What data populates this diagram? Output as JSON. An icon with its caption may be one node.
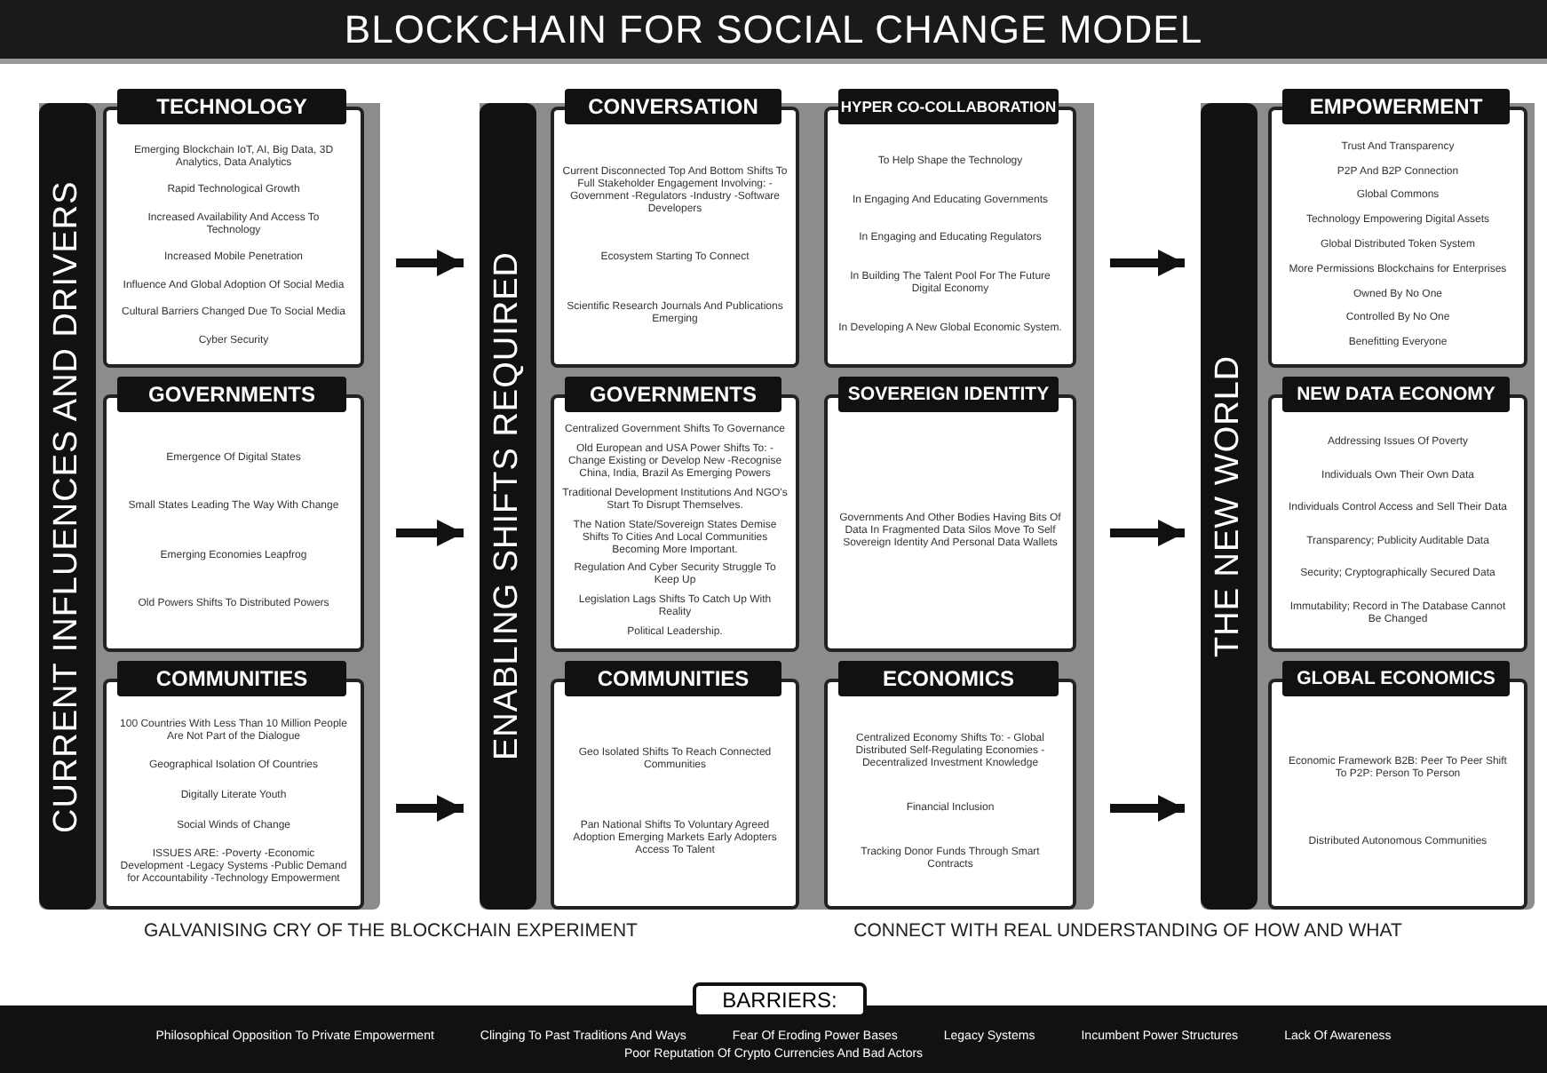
{
  "diagram": {
    "title": "BLOCKCHAIN FOR SOCIAL CHANGE MODEL",
    "nodes": [
      {
        "text": [
          "CURRENT INFLUENCES AND DRIVERS"
        ]
      },
      {
        "text": [
          "TECHNOLOGY",
          "Emerging Blockchain IoT, AI, Big Data, 3D Analytics, Data Analytics",
          "Rapid Technological Growth",
          "Increased Availability And Access To Technology",
          "Increased Mobile Penetration",
          "Influence And Global Adoption Of Social Media",
          "Cultural Barriers Changed Due To Social Media",
          "Cyber Security"
        ],
        "in": 0
      },
      {
        "text": [
          "GOVERNMENTS",
          "Emergence Of Digital States",
          "Small States Leading The Way With Change",
          "Emerging Economies Leapfrog",
          "Old Powers Shifts To Distributed Powers"
        ],
        "in": 0
      },
      {
        "text": [
          "COMMUNITIES",
          "100 Countries With Less Than 10 Million People Are Not Part of the Dialogue",
          "Geographical Isolation Of Countries",
          "Digitally Literate Youth",
          "Social Winds of Change",
          "ISSUES ARE: -Poverty -Economic Development -Legacy Systems -Public Demand for Accountability -Technology Empowerment"
        ],
        "in": 0
      },
      {
        "text": [
          "ENABLING SHIFTS REQUIRED"
        ]
      },
      {
        "text": [
          "CONVERSATION",
          "Current Disconnected Top And Bottom Shifts To Full Stakeholder Engagement Involving: -Government -Regulators -Industry -Software Developers",
          "Ecosystem Starting To Connect",
          "Scientific Research Journals And Publications Emerging"
        ],
        "in": 4
      },
      {
        "text": [
          "HYPER CO-COLLABORATION",
          "To Help Shape the Technology",
          "In Engaging And Educating Governments",
          "In Engaging and Educating Regulators",
          "In Building The Talent Pool For The Future Digital Economy",
          "In Developing A New Global Economic System."
        ],
        "in": 4
      },
      {
        "text": [
          "GOVERNMENTS",
          "Centralized Government Shifts To Governance",
          "Old European and USA Power Shifts To: -Change Existing or Develop New -Recognise China, India, Brazil As Emerging Powers",
          "Traditional Development Institutions And NGO's Start To Disrupt Themselves.",
          "The Nation State/Sovereign States Demise Shifts To Cities And Local Communities Becoming More Important.",
          "Regulation And Cyber Security Struggle To Keep Up",
          "Legislation Lags Shifts To Catch Up With Reality",
          "Political Leadership."
        ],
        "in": 4
      },
      {
        "text": [
          "SOVEREIGN IDENTITY",
          "Governments And Other Bodies Having Bits Of Data In Fragmented Data Silos Move To Self Sovereign Identity And Personal Data Wallets"
        ],
        "in": 4
      },
      {
        "text": [
          "COMMUNITIES",
          "Geo Isolated Shifts To Reach Connected Communities",
          "Pan National Shifts To Voluntary Agreed Adoption Emerging Markets Early Adopters Access To Talent"
        ],
        "in": 4
      },
      {
        "text": [
          "ECONOMICS",
          "Centralized Economy Shifts To: - Global Distributed Self-Regulating Economies - Decentralized Investment Knowledge",
          "Financial Inclusion",
          "Tracking Donor Funds Through Smart Contracts"
        ],
        "in": 4
      },
      {
        "text": [
          "THE NEW WORLD"
        ]
      },
      {
        "text": [
          "EMPOWERMENT",
          "Trust And Transparency",
          "P2P And B2P Connection",
          "Global Commons",
          "Technology Empowering Digital Assets",
          "Global Distributed Token System",
          "More Permissions Blockchains for Enterprises",
          "Owned By No One",
          "Controlled By No One",
          "Benefitting Everyone"
        ],
        "in": 11
      },
      {
        "text": [
          "NEW DATA ECONOMY",
          "Addressing Issues Of Poverty",
          "Individuals Own Their Own Data",
          "Individuals Control Access and Sell Their Data",
          "Transparency; Publicity Auditable Data",
          "Security; Cryptographically Secured Data",
          "Immutability; Record in The Database Cannot Be Changed"
        ],
        "in": 11
      },
      {
        "text": [
          "GLOBAL ECONOMICS",
          "Economic Framework B2B: Peer To Peer Shift To P2P: Person To Person",
          "Distributed Autonomous Communities"
        ],
        "in": 11
      },
      {
        "text": [
          "BARRIERS:",
          "Philosophical Opposition To Private Empowerment",
          "Clinging To Past Traditions And Ways",
          "Fear Of Eroding Power Bases",
          "Legacy Systems",
          "Incumbent Power Structures",
          "Lack Of Awareness",
          "Poor Reputation Of Crypto Currencies And Bad Actors"
        ]
      }
    ],
    "edges": [
      {
        "from": 0,
        "to": 4,
        "arrow": "to"
      },
      {
        "from": 0,
        "to": 4,
        "arrow": "to"
      },
      {
        "from": 0,
        "to": 4,
        "arrow": "to"
      },
      {
        "from": 4,
        "to": 11,
        "arrow": "to"
      },
      {
        "from": 4,
        "to": 11,
        "arrow": "to"
      },
      {
        "from": 4,
        "to": 11,
        "arrow": "to"
      }
    ],
    "labels": [
      "GALVANISING CRY OF THE BLOCKCHAIN EXPERIMENT",
      "CONNECT WITH REAL UNDERSTANDING OF HOW AND WHAT"
    ]
  }
}
